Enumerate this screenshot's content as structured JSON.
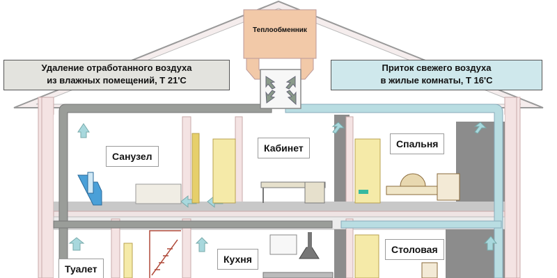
{
  "diagram": {
    "exchanger_label": "Теплообменник",
    "exhaust_banner": {
      "line1": "Удаление отработанного воздуха",
      "line2": "из влажных помещений, Т 21'С",
      "color": "#e3e3de"
    },
    "supply_banner": {
      "line1": "Приток свежего воздуха",
      "line2": "в жилые комнаты, Т 16'С",
      "color": "#cfe8ec"
    },
    "rooms": {
      "bathroom": "Санузел",
      "office": "Кабинет",
      "bedroom": "Спальня",
      "toilet": "Туалет",
      "kitchen": "Кухня",
      "dining": "Столовая"
    },
    "colors": {
      "exhaust_duct": "#9a9d99",
      "supply_duct": "#b9dde2",
      "wall_pink": "#f4e3e3",
      "floor_gray": "#c8c8c8",
      "exchanger": "#f2c9a8"
    }
  }
}
